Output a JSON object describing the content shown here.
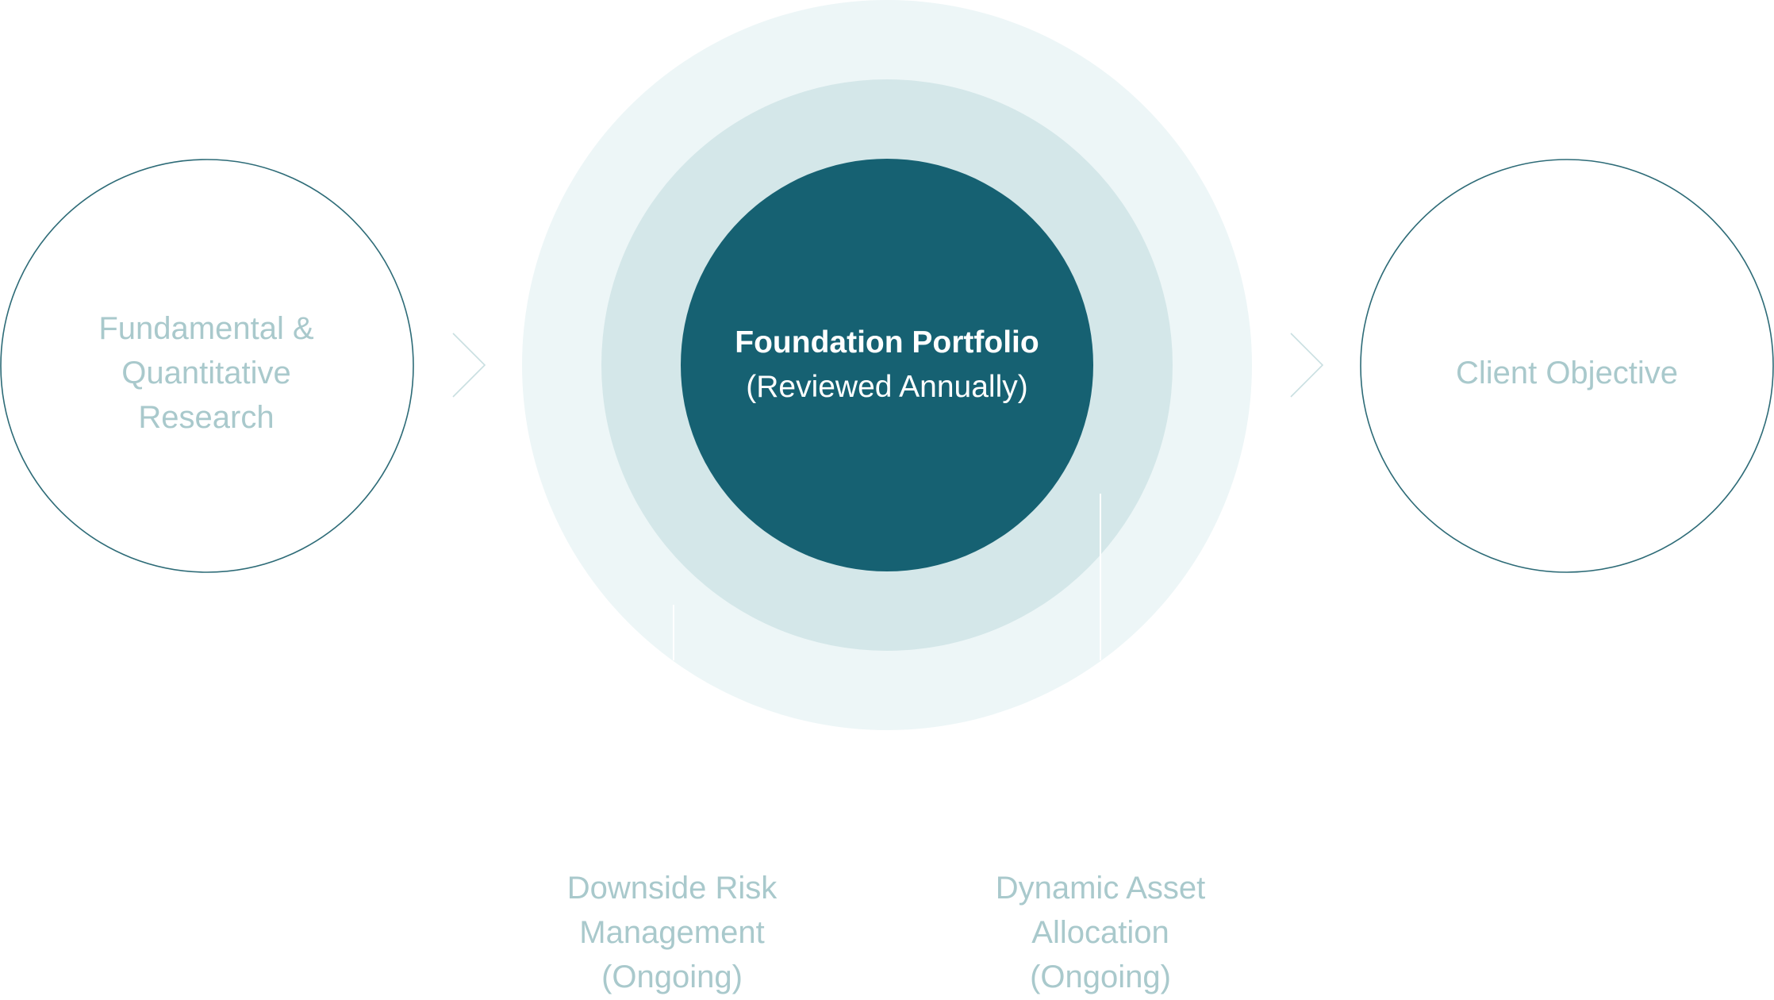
{
  "colors": {
    "outer_ring": "#edf6f7",
    "middle_ring": "#d4e7e9",
    "core": "#166172",
    "side_stroke": "#2d6b77",
    "chevron": "#c9dfe1",
    "muted_text": "#a9c9cc",
    "core_text": "#ffffff"
  },
  "nodes": {
    "research": {
      "lines": [
        "Fundamental &",
        "Quantitative",
        "Research"
      ]
    },
    "foundation": {
      "title": "Foundation Portfolio",
      "subtitle": "(Reviewed Annually)"
    },
    "client": {
      "lines": [
        "Client Objective"
      ]
    },
    "risk": {
      "lines": [
        "Downside Risk",
        "Management",
        "(Ongoing)"
      ]
    },
    "allocation": {
      "lines": [
        "Dynamic Asset",
        "Allocation",
        "(Ongoing)"
      ]
    }
  },
  "icons": {
    "left_arrow": "chevron-right-icon",
    "right_arrow": "chevron-right-icon"
  }
}
